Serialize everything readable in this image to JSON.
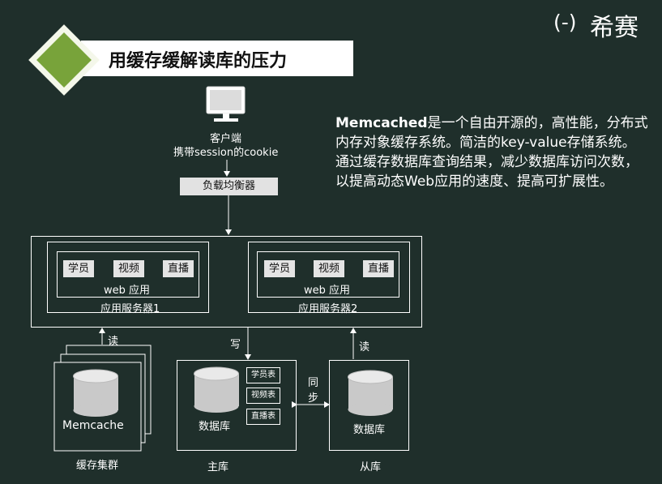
{
  "title": "用缓存缓解读库的压力",
  "logo": {
    "mark": "(-)",
    "text": "希赛"
  },
  "description": {
    "term": "Memcached",
    "line1_rest": "是一个自由开源的，高性能，分布式",
    "line2": "内存对象缓存系统。简洁的key-value存储系统。",
    "line3": "通过缓存数据库查询结果，减少数据库访问次数，",
    "line4": "以提高动态Web应用的速度、提高可扩展性。"
  },
  "client": {
    "label": "客户端",
    "sublabel": "携带session的cookie"
  },
  "load_balancer": "负载均衡器",
  "servers": [
    {
      "chips": [
        "学员",
        "视频",
        "直播"
      ],
      "app": "web 应用",
      "name": "应用服务器1"
    },
    {
      "chips": [
        "学员",
        "视频",
        "直播"
      ],
      "app": "web 应用",
      "name": "应用服务器2"
    }
  ],
  "arrows": {
    "read_left": "读",
    "write": "写",
    "read_right": "读",
    "sync": "同\n步"
  },
  "cache": {
    "db_label": "Memcache",
    "caption": "缓存集群"
  },
  "master": {
    "db_label": "数据库",
    "tables": [
      "学员表",
      "视频表",
      "直播表"
    ],
    "caption": "主库"
  },
  "slave": {
    "db_label": "数据库",
    "caption": "从库"
  }
}
